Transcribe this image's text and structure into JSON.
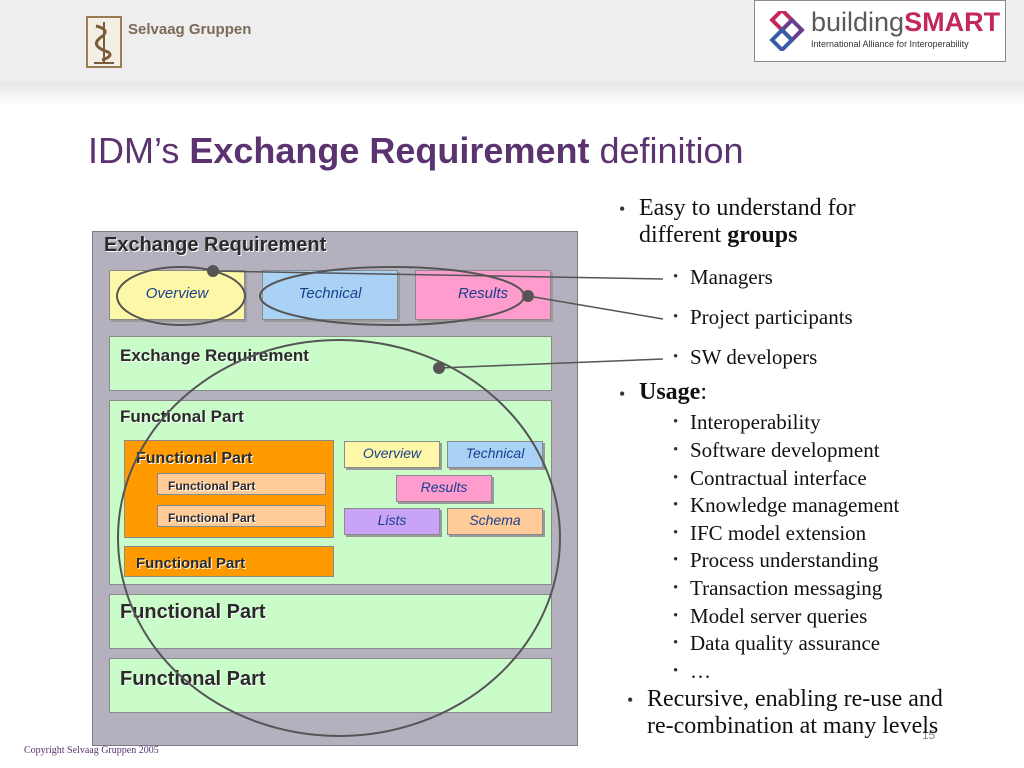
{
  "header": {
    "left_logo": "Selvaag Gruppen",
    "right_logo_main_a": "building",
    "right_logo_main_b": "SMART",
    "right_logo_sub": "International Alliance for Interoperability"
  },
  "title": {
    "prefix": "IDM’s ",
    "bold": "Exchange Requirement",
    "suffix": " definition"
  },
  "diagram": {
    "outer_label": "Exchange Requirement",
    "top_row": [
      "Overview",
      "Technical",
      "Results"
    ],
    "inner_er_label": "Exchange Requirement",
    "fp_label": "Functional Part",
    "orange_fp_label": "Functional Part",
    "sub_fp_1": "Functional Part",
    "sub_fp_2": "Functional Part",
    "orange_fp_bottom": "Functional Part",
    "notes": [
      "Overview",
      "Technical",
      "Results",
      "Lists",
      "Schema"
    ],
    "fp_row_1": "Functional Part",
    "fp_row_2": "Functional Part"
  },
  "bullets": {
    "b1_line1": "Easy to understand for",
    "b1_line2_plain": "different ",
    "b1_line2_bold": "groups",
    "groups": [
      "Managers",
      "Project participants",
      "SW developers"
    ],
    "b2_bold": "Usage",
    "b2_colon": ":",
    "usage": [
      "Interoperability",
      "Software development",
      "Contractual interface",
      "Knowledge management",
      "IFC model extension",
      "Process understanding",
      "Transaction messaging",
      "Model server queries",
      "Data quality assurance",
      "…"
    ],
    "b3_line1": "Recursive, enabling re-use and",
    "b3_line2": "re-combination at many levels",
    "bullet_char": "•"
  },
  "footer": {
    "copyright": "Copyright Selvaag Gruppen 2005",
    "page_number": "15"
  }
}
